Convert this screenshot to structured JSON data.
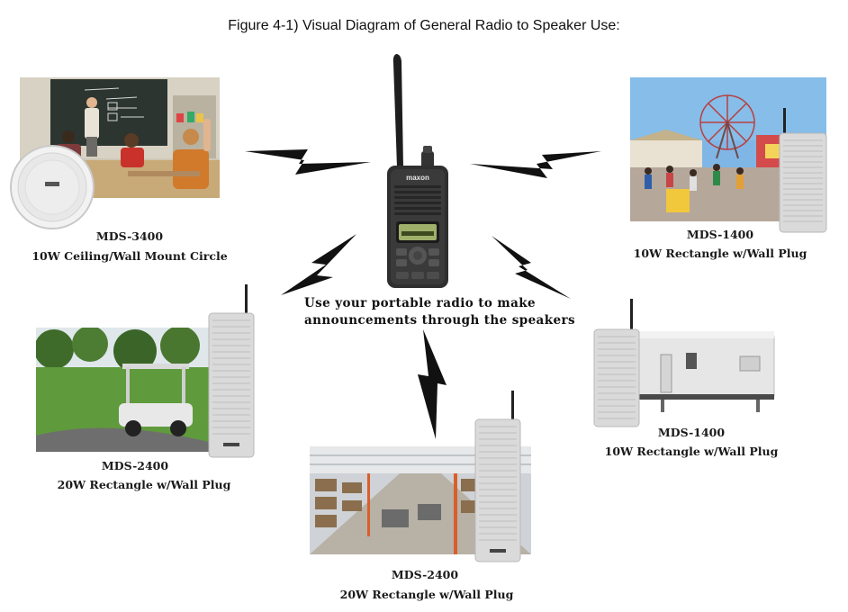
{
  "figure": {
    "title": "Figure 4-1) Visual Diagram of General Radio to Speaker Use:"
  },
  "radio": {
    "brand": "maxon",
    "caption_line1": "Use your portable radio to make",
    "caption_line2": "announcements through the speakers"
  },
  "speakers": [
    {
      "model": "MDS-3400",
      "description": "10W Ceiling/Wall Mount Circle",
      "scene": "classroom"
    },
    {
      "model": "MDS-1400",
      "description": "10W Rectangle w/Wall Plug",
      "scene": "fairground"
    },
    {
      "model": "MDS-2400",
      "description": "20W Rectangle w/Wall Plug",
      "scene": "golf-course"
    },
    {
      "model": "MDS-1400",
      "description": "10W Rectangle w/Wall Plug",
      "scene": "portable-office-trailer"
    },
    {
      "model": "MDS-2400",
      "description": "20W Rectangle w/Wall Plug",
      "scene": "warehouse"
    }
  ],
  "icons": [
    "lightning-bolt-icon",
    "ceiling-speaker-icon",
    "column-speaker-icon",
    "portable-radio-icon"
  ],
  "colors": {
    "bolt": "#111111",
    "speaker_body": "#d9d9d9",
    "radio_body": "#2b2b2b",
    "radio_display": "#9fb06a"
  }
}
